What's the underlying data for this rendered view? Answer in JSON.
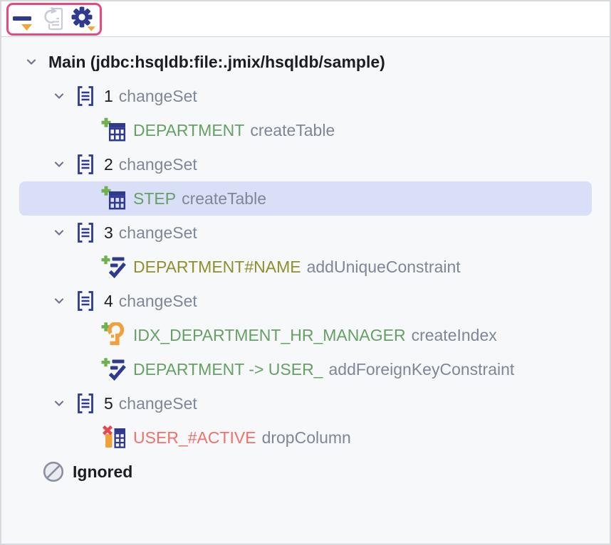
{
  "toolbar": {
    "highlight_color": "#E8487C",
    "buttons": [
      {
        "icon": "minimize-dropdown-icon",
        "state": "enabled"
      },
      {
        "icon": "update-changelog-icon",
        "state": "disabled"
      },
      {
        "icon": "settings-gear-dropdown-icon",
        "state": "enabled"
      }
    ]
  },
  "tree": {
    "root_label": "Main (jdbc:hsqldb:file:.jmix/hsqldb/sample)",
    "changesets": [
      {
        "number": "1",
        "type": "changeSet",
        "items": [
          {
            "icon": "create-table-icon",
            "name": "DEPARTMENT",
            "action": "createTable",
            "name_color": "#65A065",
            "selected": false
          }
        ]
      },
      {
        "number": "2",
        "type": "changeSet",
        "items": [
          {
            "icon": "create-table-icon",
            "name": "STEP",
            "action": "createTable",
            "name_color": "#65A065",
            "selected": true
          }
        ]
      },
      {
        "number": "3",
        "type": "changeSet",
        "items": [
          {
            "icon": "add-constraint-icon",
            "name": "DEPARTMENT#NAME",
            "action": "addUniqueConstraint",
            "name_color": "#8F8F2B",
            "selected": false
          }
        ]
      },
      {
        "number": "4",
        "type": "changeSet",
        "items": [
          {
            "icon": "create-index-icon",
            "name": "IDX_DEPARTMENT_HR_MANAGER",
            "action": "createIndex",
            "name_color": "#65A065",
            "selected": false
          },
          {
            "icon": "add-constraint-icon",
            "name": "DEPARTMENT -> USER_",
            "action": "addForeignKeyConstraint",
            "name_color": "#65A065",
            "selected": false
          }
        ]
      },
      {
        "number": "5",
        "type": "changeSet",
        "items": [
          {
            "icon": "drop-column-icon",
            "name": "USER_#ACTIVE",
            "action": "dropColumn",
            "name_color": "#F0716B",
            "selected": false
          }
        ]
      }
    ],
    "ignored_label": "Ignored"
  },
  "colors": {
    "selection_background": "#D8DFF7",
    "panel_background": "#F7F8FA",
    "toolbar_background": "#FFFFFF",
    "icon_navy": "#2F3A8E",
    "icon_green": "#6FB14D",
    "icon_orange": "#F0A13C",
    "icon_red": "#E5484D",
    "text_gray": "#7F8698",
    "text_green": "#65A065",
    "text_olive": "#8F8F2B",
    "text_red": "#F0716B",
    "highlight_pink": "#E8487C"
  }
}
